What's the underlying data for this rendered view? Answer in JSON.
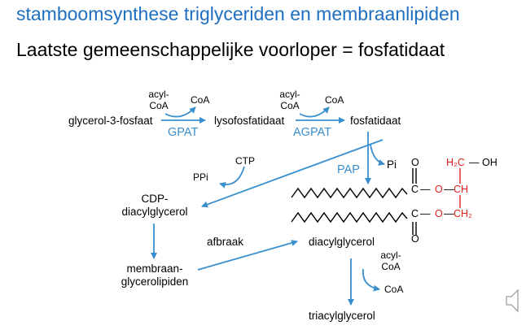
{
  "title": "stamboomsynthese triglyceriden en membraanlipiden",
  "subtitle": "Laatste gemeenschappelijke voorloper = fosfatidaat",
  "colors": {
    "title": "#1f6fc0",
    "arrow": "#3a8fcf",
    "red": "#e0201e",
    "text": "#000000"
  },
  "nodes": {
    "glycerol3p": "glycerol-3-fosfaat",
    "lyso": "lysofosfatidaat",
    "fosfatidaat": "fosfatidaat",
    "cdp_line1": "CDP-",
    "cdp_line2": "diacylglycerol",
    "membraan_line1": "membraan-",
    "membraan_line2": "glycerolipiden",
    "diacylglycerol": "diacylglycerol",
    "triacylglycerol": "triacylglycerol"
  },
  "cofactors": {
    "acyl1_line1": "acyl-",
    "acyl1_line2": "CoA",
    "coa1": "CoA",
    "acyl2_line1": "acyl-",
    "acyl2_line2": "CoA",
    "coa2": "CoA",
    "acyl3_line1": "acyl-",
    "acyl3_line2": "CoA",
    "coa3": "CoA",
    "ctp": "CTP",
    "ppi": "PPi",
    "pi": "Pi"
  },
  "enzymes": {
    "gpat": "GPAT",
    "agpat": "AGPAT",
    "pap": "PAP"
  },
  "labels": {
    "afbraak": "afbraak"
  },
  "structure": {
    "h2c": "H₂C",
    "oh": "— OH",
    "ch": "CH",
    "ch2": "CH₂",
    "o_ester1": "O",
    "o_ester2": "O",
    "c1": "C",
    "c2": "C",
    "o_top": "O",
    "o_bottom": "O",
    "dash": "—"
  },
  "icons": {
    "speaker": "speaker-icon"
  }
}
